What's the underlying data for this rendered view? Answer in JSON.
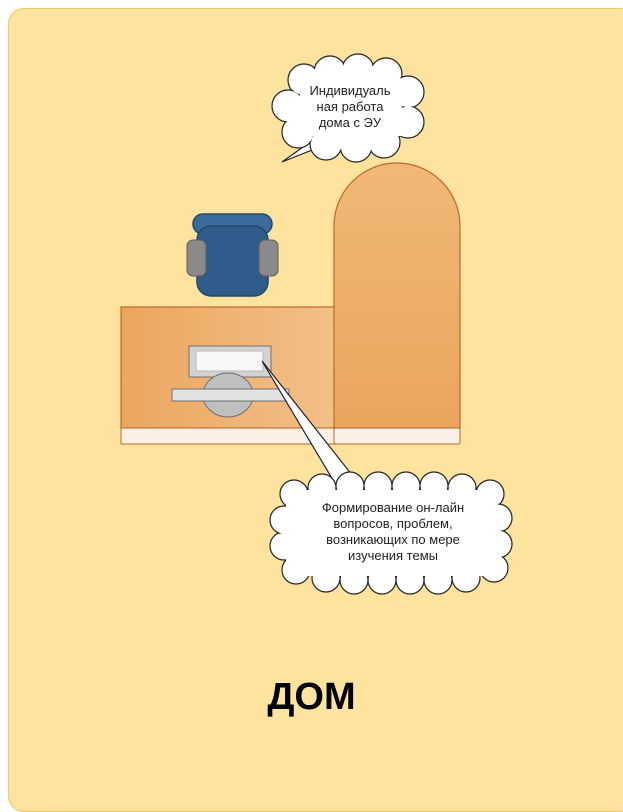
{
  "scene": {
    "title": "ДОМ",
    "callouts": [
      {
        "id": "individual-work",
        "text": "Индивидуаль\nная работа\nдома с ЭУ"
      },
      {
        "id": "online-questions",
        "text": "Формирование он-лайн\nвопросов, проблем,\nвозникающих по мере\nизучения темы"
      }
    ]
  },
  "colors": {
    "background": "#fde39d",
    "border": "#f1c861",
    "furniture": "#eeb066",
    "furniture_outline": "#c0662a",
    "chair": "#2f5c8a",
    "chair_arms": "#8a8a8a"
  },
  "icons": [
    "desk",
    "tall-cabinet",
    "office-chair",
    "computer-monitor",
    "keyboard",
    "mouse",
    "thought-cloud",
    "speech-pointer"
  ]
}
